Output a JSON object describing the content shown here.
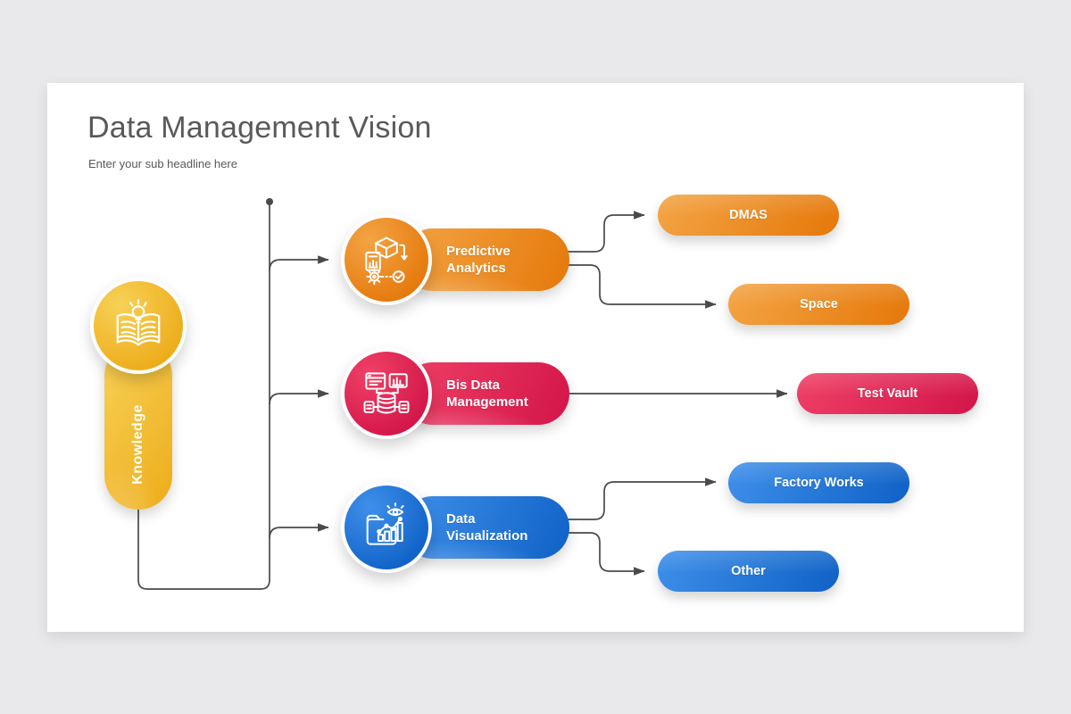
{
  "theme": {
    "page-bg": "#e9e8ea",
    "canvas-bg": "#ffffff",
    "title-color": "#595959",
    "line-color": "#4a4a4a",
    "yellow-from": "#f8d157",
    "yellow-to": "#edac1a",
    "orange-from": "#f3a444",
    "orange-to": "#e5780a",
    "red-from": "#ef4066",
    "red-to": "#d31549",
    "blue-from": "#3f90ea",
    "blue-to": "#0f61c6",
    "node-text-color": "#ffffff"
  },
  "header": {
    "title": "Data Management Vision",
    "subtitle": "Enter your sub headline here"
  },
  "root": {
    "label": "Knowledge",
    "icon": "open-book-lightbulb-icon",
    "color": "yellow"
  },
  "branches": [
    {
      "lines": [
        "Predictive",
        "Analytics"
      ],
      "icon": "cube-gear-checklist-icon",
      "color": "orange",
      "children": [
        {
          "label": "DMAS",
          "color": "orange"
        },
        {
          "label": "Space",
          "color": "orange"
        }
      ]
    },
    {
      "lines": [
        "Bis Data",
        "Management"
      ],
      "icon": "database-network-icon",
      "color": "red",
      "children": [
        {
          "label": "Test Vault",
          "color": "red"
        }
      ]
    },
    {
      "lines": [
        "Data",
        "Visualization"
      ],
      "icon": "folder-chart-eye-icon",
      "color": "blue",
      "children": [
        {
          "label": "Factory Works",
          "color": "blue"
        },
        {
          "label": "Other",
          "color": "blue"
        }
      ]
    }
  ]
}
